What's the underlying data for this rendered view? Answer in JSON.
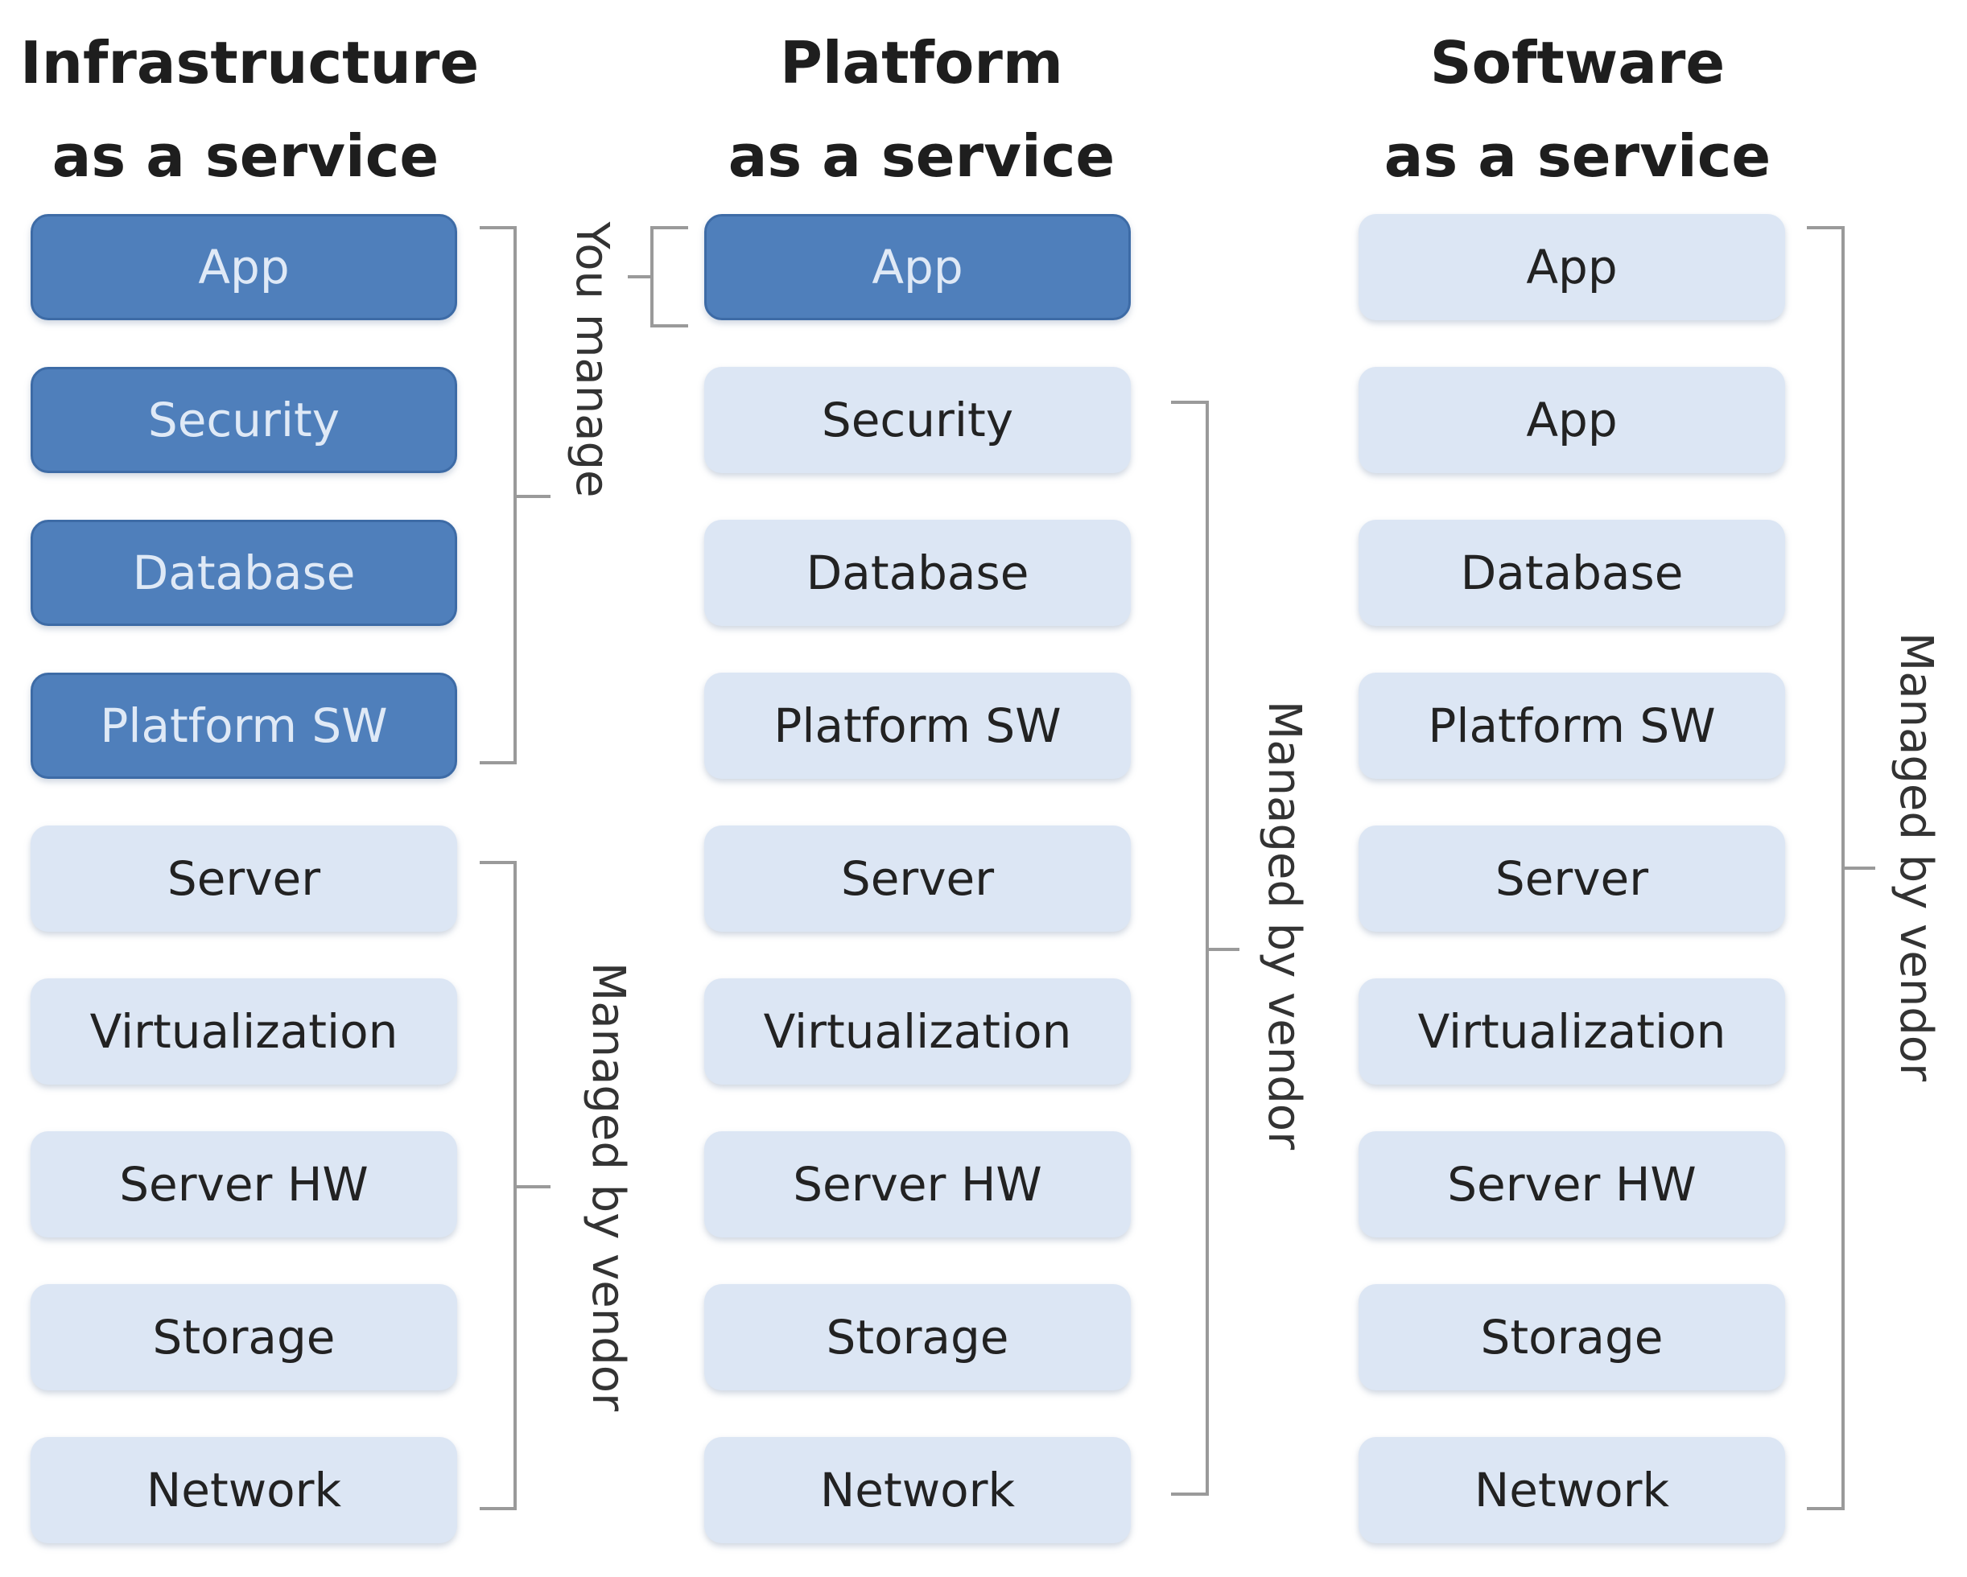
{
  "columns": [
    {
      "title_line1": "Infrastructure",
      "title_line2": "as a service",
      "blocks": [
        {
          "label": "App",
          "managed_by": "user"
        },
        {
          "label": "Security",
          "managed_by": "user"
        },
        {
          "label": "Database",
          "managed_by": "user"
        },
        {
          "label": "Platform SW",
          "managed_by": "user"
        },
        {
          "label": "Server",
          "managed_by": "vendor"
        },
        {
          "label": "Virtualization",
          "managed_by": "vendor"
        },
        {
          "label": "Server HW",
          "managed_by": "vendor"
        },
        {
          "label": "Storage",
          "managed_by": "vendor"
        },
        {
          "label": "Network",
          "managed_by": "vendor"
        }
      ]
    },
    {
      "title_line1": "Platform",
      "title_line2": "as a service",
      "blocks": [
        {
          "label": "App",
          "managed_by": "user"
        },
        {
          "label": "Security",
          "managed_by": "vendor"
        },
        {
          "label": "Database",
          "managed_by": "vendor"
        },
        {
          "label": "Platform SW",
          "managed_by": "vendor"
        },
        {
          "label": "Server",
          "managed_by": "vendor"
        },
        {
          "label": "Virtualization",
          "managed_by": "vendor"
        },
        {
          "label": "Server HW",
          "managed_by": "vendor"
        },
        {
          "label": "Storage",
          "managed_by": "vendor"
        },
        {
          "label": "Network",
          "managed_by": "vendor"
        }
      ]
    },
    {
      "title_line1": "Software",
      "title_line2": "as a service",
      "blocks": [
        {
          "label": "App",
          "managed_by": "vendor"
        },
        {
          "label": "App",
          "managed_by": "vendor"
        },
        {
          "label": "Database",
          "managed_by": "vendor"
        },
        {
          "label": "Platform SW",
          "managed_by": "vendor"
        },
        {
          "label": "Server",
          "managed_by": "vendor"
        },
        {
          "label": "Virtualization",
          "managed_by": "vendor"
        },
        {
          "label": "Server HW",
          "managed_by": "vendor"
        },
        {
          "label": "Storage",
          "managed_by": "vendor"
        },
        {
          "label": "Network",
          "managed_by": "vendor"
        }
      ]
    }
  ],
  "labels": {
    "you_manage": "You manage",
    "managed_by_vendor": "Managed by vendor"
  },
  "colors": {
    "user_managed": "#4f7fbb",
    "vendor_managed": "#dce6f4"
  }
}
